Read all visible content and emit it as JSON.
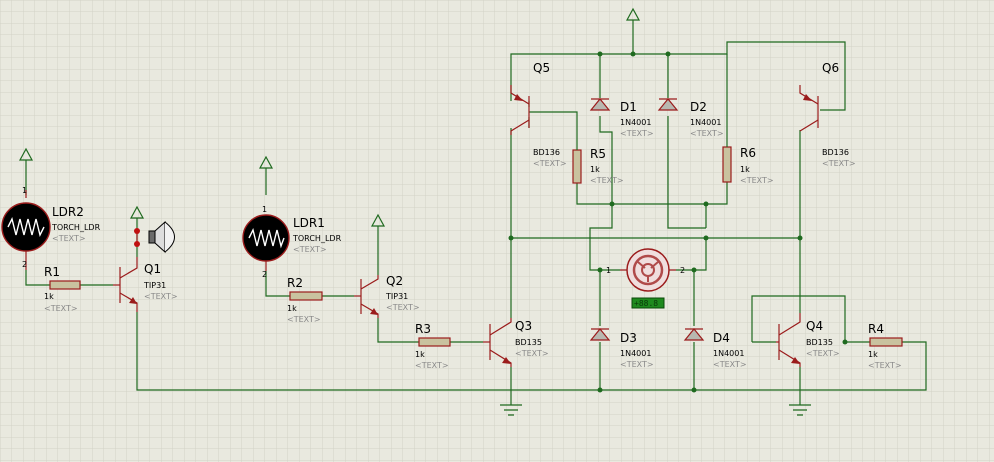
{
  "components": {
    "ldr2": {
      "ref": "LDR2",
      "value": "TORCH_LDR",
      "text": "<TEXT>",
      "pin_top": "1",
      "pin_bottom": "2"
    },
    "ldr1": {
      "ref": "LDR1",
      "value": "TORCH_LDR",
      "text": "<TEXT>",
      "pin_top": "1",
      "pin_bottom": "2"
    },
    "r1": {
      "ref": "R1",
      "value": "1k",
      "text": "<TEXT>"
    },
    "r2": {
      "ref": "R2",
      "value": "1k",
      "text": "<TEXT>"
    },
    "r3": {
      "ref": "R3",
      "value": "1k",
      "text": "<TEXT>"
    },
    "r4": {
      "ref": "R4",
      "value": "1k",
      "text": "<TEXT>"
    },
    "r5": {
      "ref": "R5",
      "value": "1k",
      "text": "<TEXT>"
    },
    "r6": {
      "ref": "R6",
      "value": "1k",
      "text": "<TEXT>"
    },
    "q1": {
      "ref": "Q1",
      "value": "TIP31",
      "text": "<TEXT>"
    },
    "q2": {
      "ref": "Q2",
      "value": "TIP31",
      "text": "<TEXT>"
    },
    "q3": {
      "ref": "Q3",
      "value": "BD135",
      "text": "<TEXT>"
    },
    "q4": {
      "ref": "Q4",
      "value": "BD135",
      "text": "<TEXT>"
    },
    "q5": {
      "ref": "Q5",
      "value": "BD136",
      "text": "<TEXT>"
    },
    "q6": {
      "ref": "Q6",
      "value": "BD136",
      "text": "<TEXT>"
    },
    "d1": {
      "ref": "D1",
      "value": "1N4001",
      "text": "<TEXT>"
    },
    "d2": {
      "ref": "D2",
      "value": "1N4001",
      "text": "<TEXT>"
    },
    "d3": {
      "ref": "D3",
      "value": "1N4001",
      "text": "<TEXT>"
    },
    "d4": {
      "ref": "D4",
      "value": "1N4001",
      "text": "<TEXT>"
    },
    "motor": {
      "pin1": "1",
      "pin2": "2",
      "display": "+88.8"
    }
  },
  "colors": {
    "background": "#e9e9df",
    "grid": "#d3d3c7",
    "wire": "#1f6a1f",
    "component": "#9b1c1c",
    "label_text": "#000000",
    "placeholder_text": "#8a8a8a"
  },
  "icons": [
    "ground-symbol",
    "power-terminal-arrow",
    "speaker-icon",
    "motor-icon"
  ]
}
